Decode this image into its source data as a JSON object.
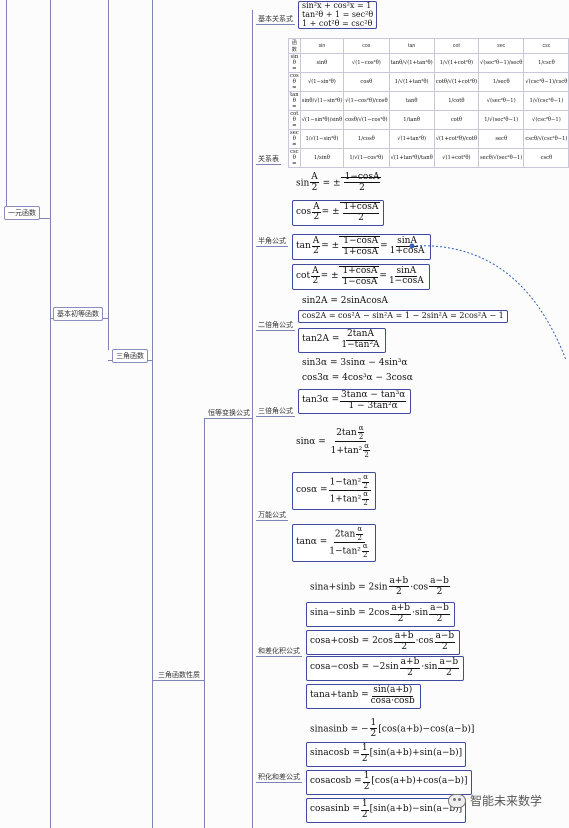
{
  "nodes": {
    "unary_function": "一元函数",
    "basic_elementary": "基本初等函数",
    "trig_function": "三角函数",
    "trig_properties": "三角函数性质",
    "identity_transform": "恒等变换公式",
    "basic_relation": "基本关系式",
    "relation_table": "关系表",
    "half_angle": "半角公式",
    "double_angle": "二倍角公式",
    "triple_angle": "三倍角公式",
    "universal": "万能公式",
    "sum_to_product": "和差化积公式",
    "product_to_sum": "积化和差公式"
  },
  "formulas": {
    "basic": [
      "sin²x + cos²x = 1",
      "tan²θ + 1 = sec²θ",
      "1 + cot²θ = csc²θ"
    ],
    "triple": [
      "sin3α = 3sinα − 4sin³α",
      "cos3α = 4cos³α − 3cosα"
    ],
    "double_cos": "cos2A = cos²A − sin²A = 1 − 2sin²A = 2cos²A − 1"
  },
  "table": {
    "header": [
      "函数",
      "sin",
      "cos",
      "tan",
      "cot",
      "sec",
      "csc"
    ],
    "rows": [
      "sin θ =",
      "cos θ =",
      "tan θ =",
      "cot θ =",
      "sec θ =",
      "csc θ ="
    ]
  },
  "watermark": "智能未来数学"
}
